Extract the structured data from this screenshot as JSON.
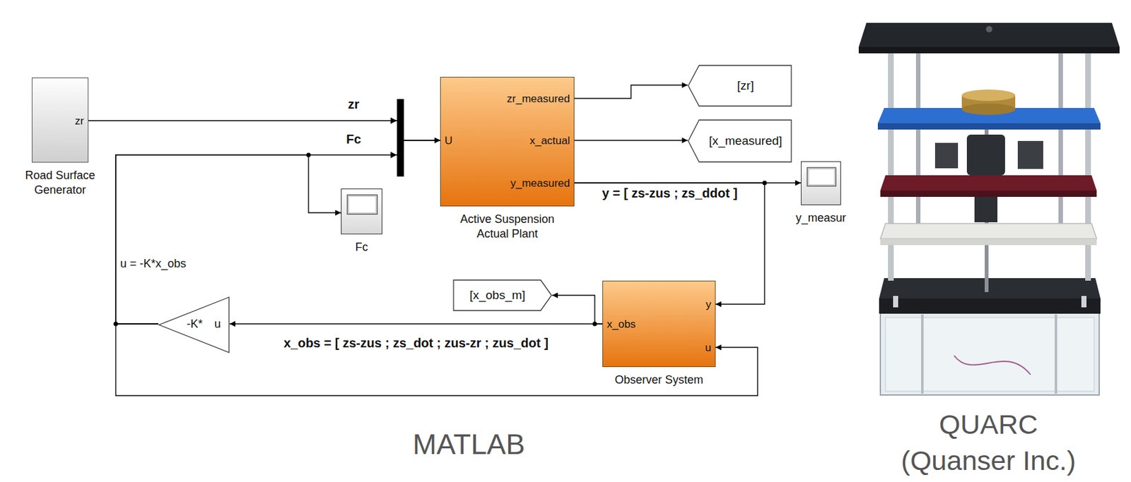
{
  "diagram": {
    "nodes": [
      {
        "text": [
          "zr",
          "Road Surface Generator"
        ]
      },
      {
        "text": [
          "U",
          "zr_measured",
          "x_actual",
          "y_measured",
          "Active Suspension Actual Plant"
        ]
      },
      {
        "text": [
          "Fc"
        ]
      },
      {
        "text": [
          "[zr]"
        ]
      },
      {
        "text": [
          "[x_measured]"
        ]
      },
      {
        "text": [
          "y_measur"
        ]
      },
      {
        "text": [
          "y",
          "u",
          "x_obs",
          "Observer System"
        ]
      },
      {
        "text": [
          "[x_obs_m]"
        ]
      },
      {
        "text": [
          "-K*",
          "u"
        ]
      }
    ],
    "edges": [
      {
        "from": 0,
        "to": 1,
        "arrow": "to",
        "label": "zr"
      },
      {
        "from": 8,
        "to": 1,
        "arrow": "to",
        "label": "Fc"
      },
      {
        "from": 8,
        "to": 2,
        "arrow": "to"
      },
      {
        "from": 1,
        "to": 3,
        "arrow": "to"
      },
      {
        "from": 1,
        "to": 4,
        "arrow": "to"
      },
      {
        "from": 1,
        "to": 5,
        "arrow": "to",
        "label": "y = [ zs-zus ; zs_ddot ]"
      },
      {
        "from": 1,
        "to": 6,
        "arrow": "to"
      },
      {
        "from": 6,
        "to": 7,
        "arrow": "to"
      },
      {
        "from": 6,
        "to": 8,
        "arrow": "to",
        "label": "x_obs = [ zs-zus ; zs_dot ; zus-zr ; zus_dot ]"
      },
      {
        "from": 8,
        "to": 6,
        "arrow": "to"
      }
    ],
    "labels": [
      "u = -K*x_obs",
      "MATLAB",
      "QUARC",
      "(Quanser Inc.)"
    ]
  }
}
